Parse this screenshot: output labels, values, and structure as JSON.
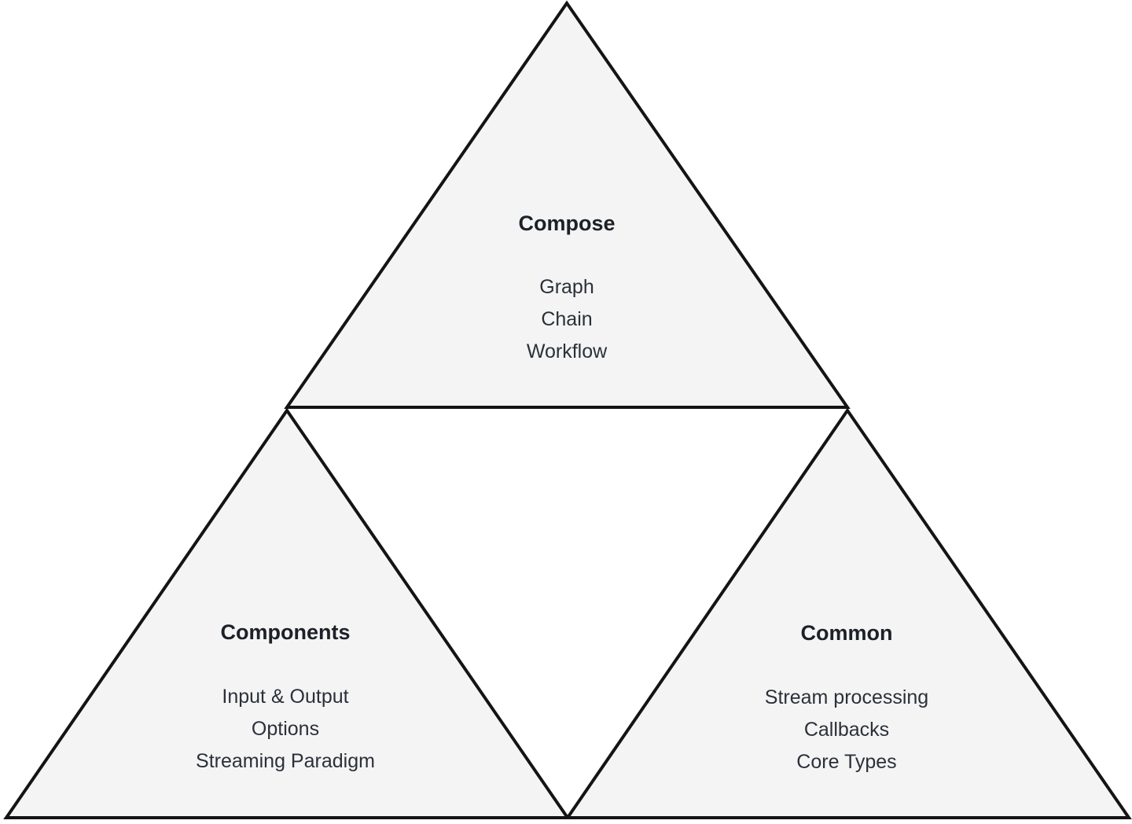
{
  "diagram": {
    "colors": {
      "background": "#ffffff",
      "triangle_fill": "#f4f4f4",
      "triangle_stroke": "#141414",
      "title_text": "#1c2128",
      "item_text": "#2b303a"
    },
    "sections": [
      {
        "id": "compose",
        "title": "Compose",
        "items": [
          "Graph",
          "Chain",
          "Workflow"
        ]
      },
      {
        "id": "components",
        "title": "Components",
        "items": [
          "Input & Output",
          "Options",
          "Streaming Paradigm"
        ]
      },
      {
        "id": "common",
        "title": "Common",
        "items": [
          "Stream processing",
          "Callbacks",
          "Core Types"
        ]
      }
    ]
  }
}
